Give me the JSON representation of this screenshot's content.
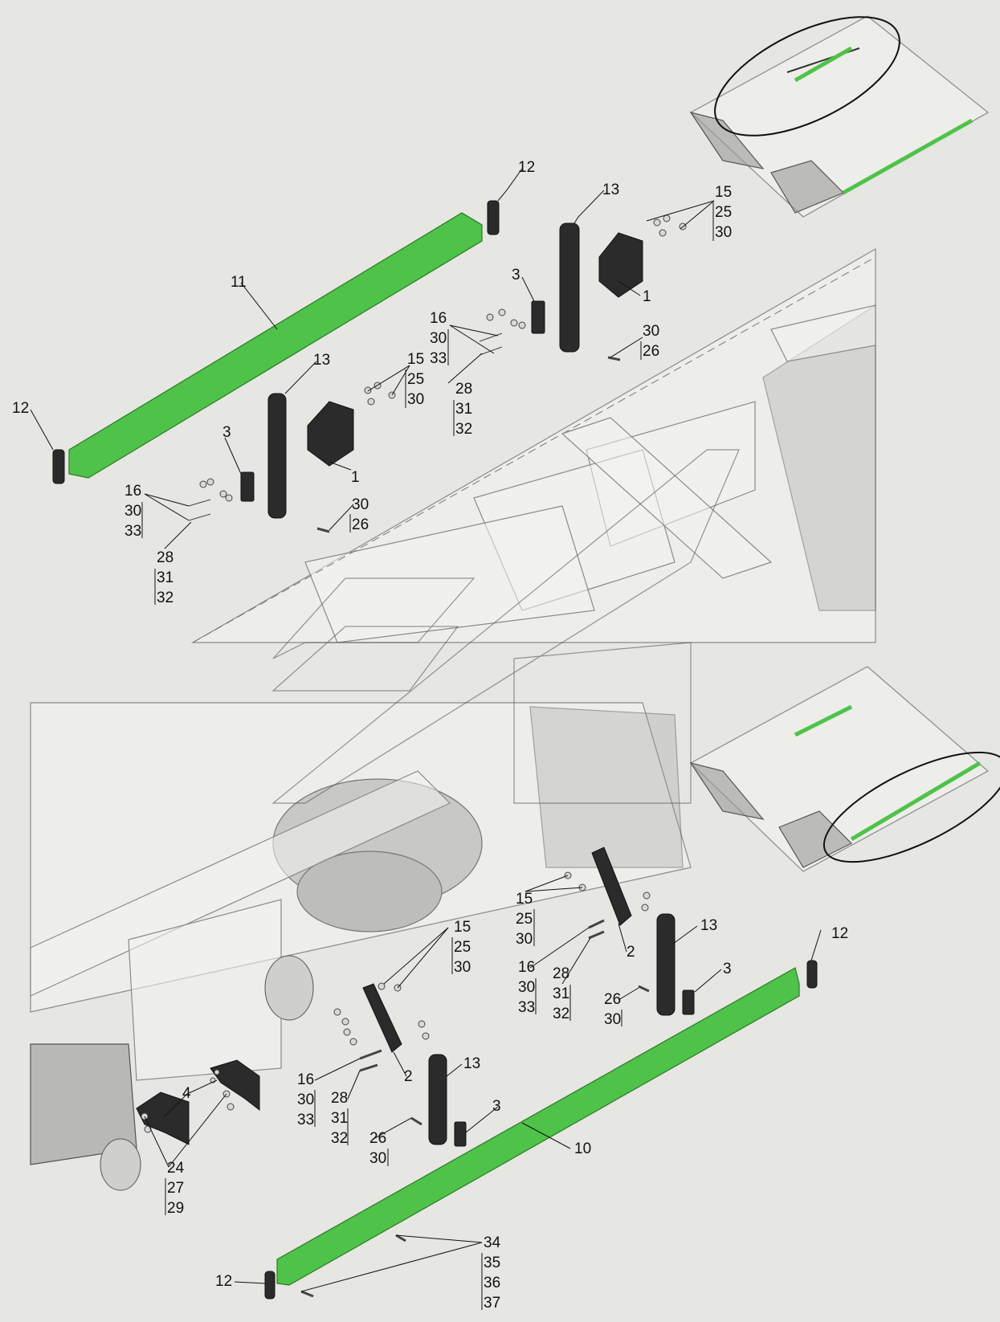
{
  "colors": {
    "background": "#e6e6e2",
    "highlight_green": "#4fc24a",
    "part_black": "#2b2b2b",
    "leader": "#111111"
  },
  "callouts": {
    "top_12_right": "12",
    "top_13_right": "13",
    "top_15_group_right": [
      "15",
      "25",
      "30"
    ],
    "top_11": "11",
    "top_3_right": "3",
    "top_1_right": "1",
    "top_16_group_right": [
      "16",
      "30",
      "33"
    ],
    "top_30_26_right": [
      "30",
      "26"
    ],
    "top_13_left": "13",
    "top_15_group_left": [
      "15",
      "25",
      "30"
    ],
    "top_28_group_right": [
      "28",
      "31",
      "32"
    ],
    "top_12_left": "12",
    "top_3_left": "3",
    "top_1_left": "1",
    "top_16_group_left": [
      "16",
      "30",
      "33"
    ],
    "top_30_26_left": [
      "30",
      "26"
    ],
    "top_28_group_left": [
      "28",
      "31",
      "32"
    ],
    "bot_15_group_right": [
      "15",
      "25",
      "30"
    ],
    "bot_13_right": "13",
    "bot_12_right": "12",
    "bot_2_right": "2",
    "bot_15_group_left": [
      "15",
      "25",
      "30"
    ],
    "bot_16_group_right": [
      "16",
      "30",
      "33"
    ],
    "bot_28_group_right": [
      "28",
      "31",
      "32"
    ],
    "bot_3_right": "3",
    "bot_26_30_right": [
      "26",
      "30"
    ],
    "bot_13_left": "13",
    "bot_2_left": "2",
    "bot_16_group_left": [
      "16",
      "30",
      "33"
    ],
    "bot_28_group_left": [
      "28",
      "31",
      "32"
    ],
    "bot_3_left": "3",
    "bot_4": "4",
    "bot_26_30_left": [
      "26",
      "30"
    ],
    "bot_10": "10",
    "bot_24_group": [
      "24",
      "27",
      "29"
    ],
    "bot_34_group": [
      "34",
      "35",
      "36",
      "37"
    ],
    "bot_12_left": "12"
  }
}
